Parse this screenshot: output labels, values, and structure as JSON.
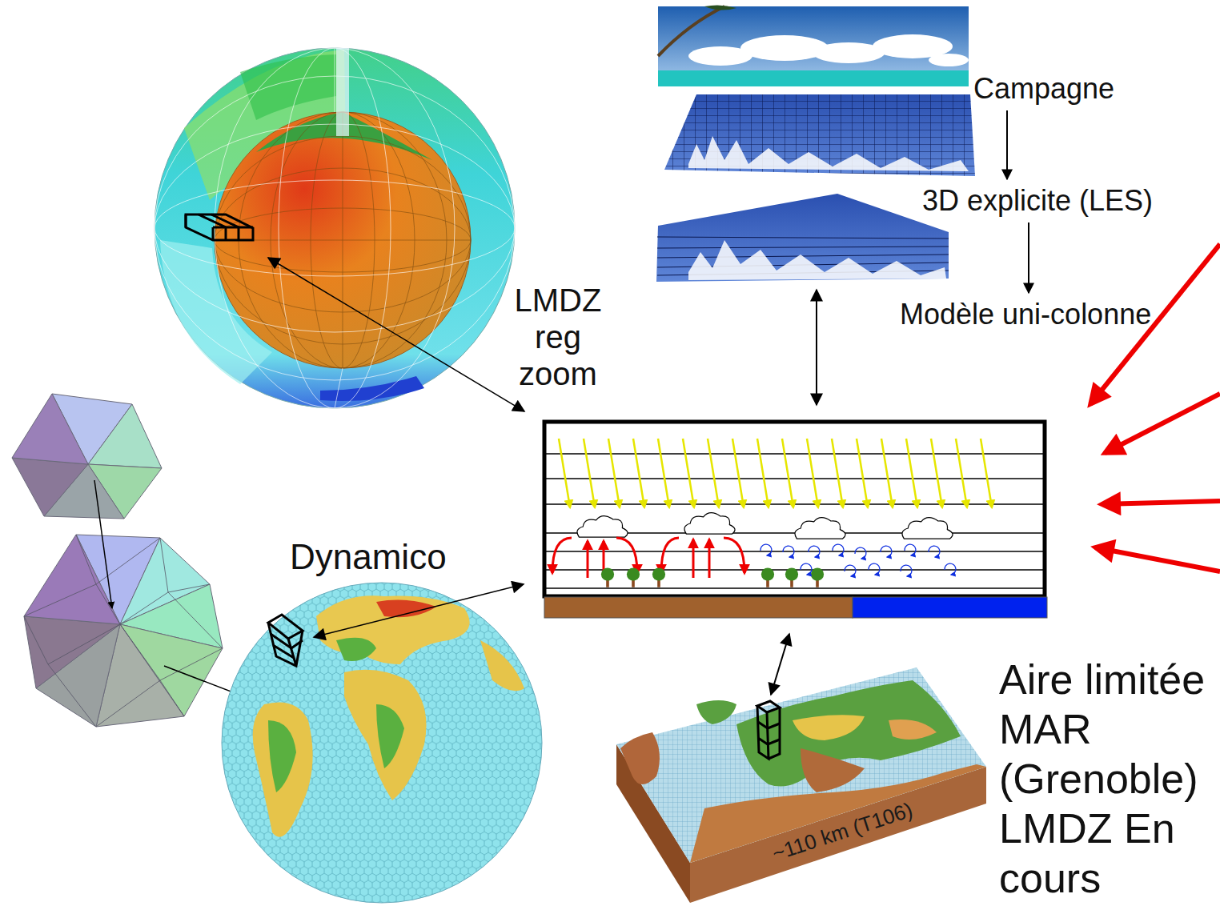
{
  "diagram": {
    "nodes": [
      {
        "text": [
          "Campagne"
        ]
      },
      {
        "text": [
          "3D explicite (LES)"
        ]
      },
      {
        "text": [
          "Modèle uni-colonne"
        ]
      }
    ],
    "edges": [
      {
        "from": 0,
        "to": 1,
        "arrow": "to"
      },
      {
        "from": 1,
        "to": 2,
        "arrow": "to"
      }
    ],
    "labels": [
      "LMDZ reg zoom",
      "Dynamico",
      "Aire limitée MAR (Grenoble) LMDZ En cours",
      "~110 km (T106)"
    ]
  }
}
